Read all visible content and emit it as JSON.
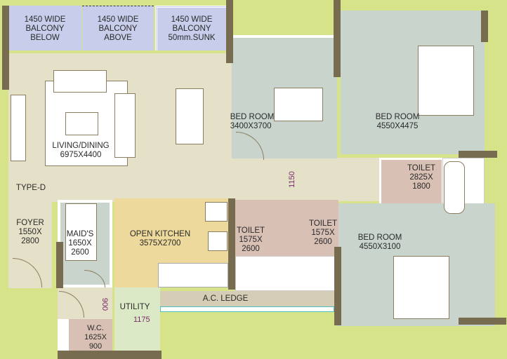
{
  "colors": {
    "outside": "#d6e389",
    "living": "#e5e1c8",
    "balcony": "#c7cdea",
    "bedroom": "#c9d5cc",
    "toilet": "#d8c0b5",
    "kitchen": "#ecd99b",
    "utility": "#dce9c6",
    "wall": "#786c50",
    "ledge": "#d5cdb5"
  },
  "plan_type": "TYPE-D",
  "rooms": {
    "balcony_below": "1450 WIDE\nBALCONY\nBELOW",
    "balcony_above": "1450 WIDE\nBALCONY\nABOVE",
    "balcony_sunk": "1450 WIDE\nBALCONY\n50mm.SUNK",
    "living": "LIVING/DINING\n6975X4400",
    "bed1": "BED ROOM\n3400X3700",
    "bed2": "BED ROOM\n4550X4475",
    "toilet_master": "TOILET\n2825X\n1800",
    "bed3": "BED ROOM\n4550X3100",
    "toilet_a": "TOILET\n1575X\n2600",
    "toilet_b": "TOILET\n1575X\n2600",
    "foyer": "FOYER\n1550X\n2800",
    "maids": "MAID'S\n1650X\n2600",
    "kitchen": "OPEN KITCHEN\n3575X2700",
    "ac_ledge": "A.C. LEDGE",
    "utility": "UTILITY",
    "wc": "W.C.\n1625X\n900"
  },
  "dimensions": {
    "corridor": "1150",
    "passage": "900",
    "utility_width": "1175"
  }
}
